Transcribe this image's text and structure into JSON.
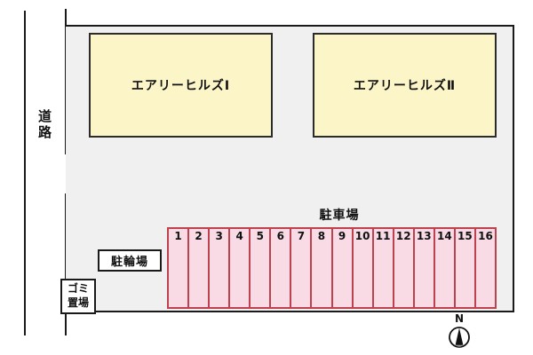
{
  "colors": {
    "plot_fill": "#f0f0f0",
    "outline": "#1a1a1a",
    "building_fill": "#fbf5c8",
    "building_border": "#2b2b2b",
    "parking_fill": "#f9dbe6",
    "parking_border": "#c0414e",
    "label_box_fill": "#ffffff"
  },
  "road": {
    "label": "道路"
  },
  "buildings": [
    {
      "label": "エアリーヒルズⅠ"
    },
    {
      "label": "エアリーヒルズⅡ"
    }
  ],
  "parking": {
    "label": "駐車場",
    "spaces": [
      "1",
      "2",
      "3",
      "4",
      "5",
      "6",
      "7",
      "8",
      "9",
      "10",
      "11",
      "12",
      "13",
      "14",
      "15",
      "16"
    ]
  },
  "bicycle": {
    "label": "駐輪場"
  },
  "garbage": {
    "label_line1": "ゴミ",
    "label_line2": "置場"
  },
  "compass": {
    "label": "N"
  }
}
